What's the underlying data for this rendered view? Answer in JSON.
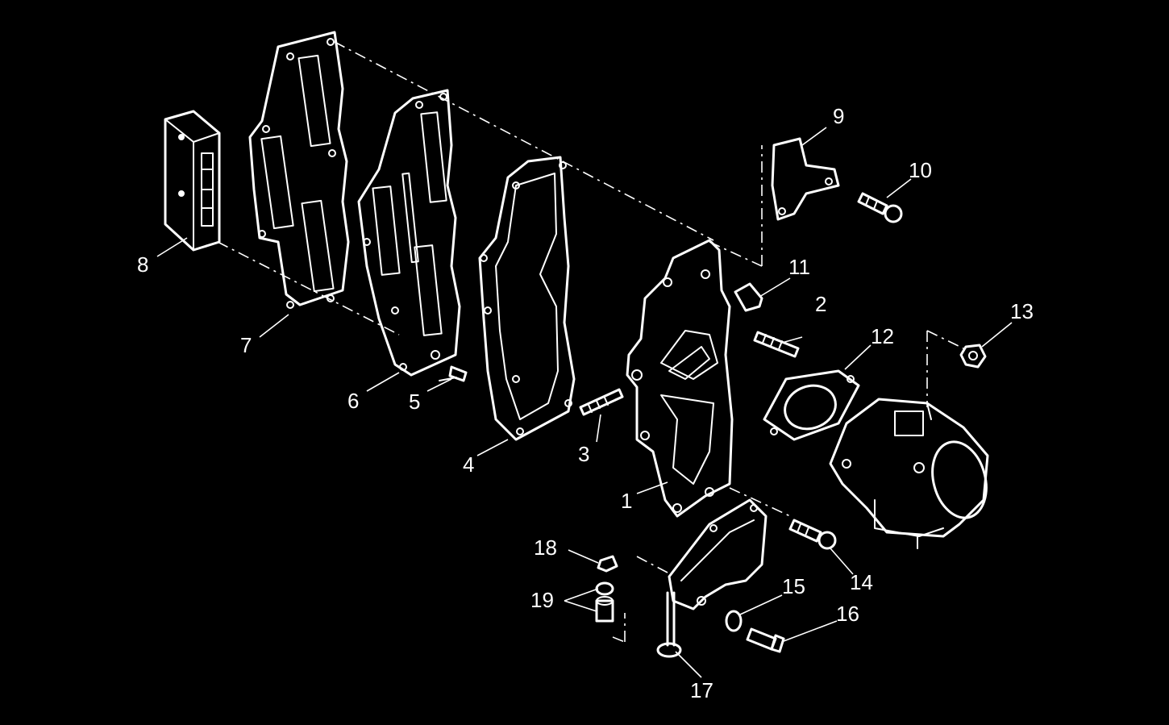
{
  "diagram": {
    "background": "#000000",
    "line_color": "#ffffff",
    "callouts": [
      {
        "id": "c1",
        "text": "1"
      },
      {
        "id": "c2",
        "text": "2"
      },
      {
        "id": "c3",
        "text": "3"
      },
      {
        "id": "c4",
        "text": "4"
      },
      {
        "id": "c5",
        "text": "5"
      },
      {
        "id": "c6",
        "text": "6"
      },
      {
        "id": "c7",
        "text": "7"
      },
      {
        "id": "c8",
        "text": "8"
      },
      {
        "id": "c9",
        "text": "9"
      },
      {
        "id": "c10",
        "text": "10"
      },
      {
        "id": "c11",
        "text": "11"
      },
      {
        "id": "c12",
        "text": "12"
      },
      {
        "id": "c13",
        "text": "13"
      },
      {
        "id": "c14",
        "text": "14"
      },
      {
        "id": "c15",
        "text": "15"
      },
      {
        "id": "c16",
        "text": "16"
      },
      {
        "id": "c17",
        "text": "17"
      },
      {
        "id": "c18",
        "text": "18"
      },
      {
        "id": "c19",
        "text": "19"
      }
    ]
  }
}
